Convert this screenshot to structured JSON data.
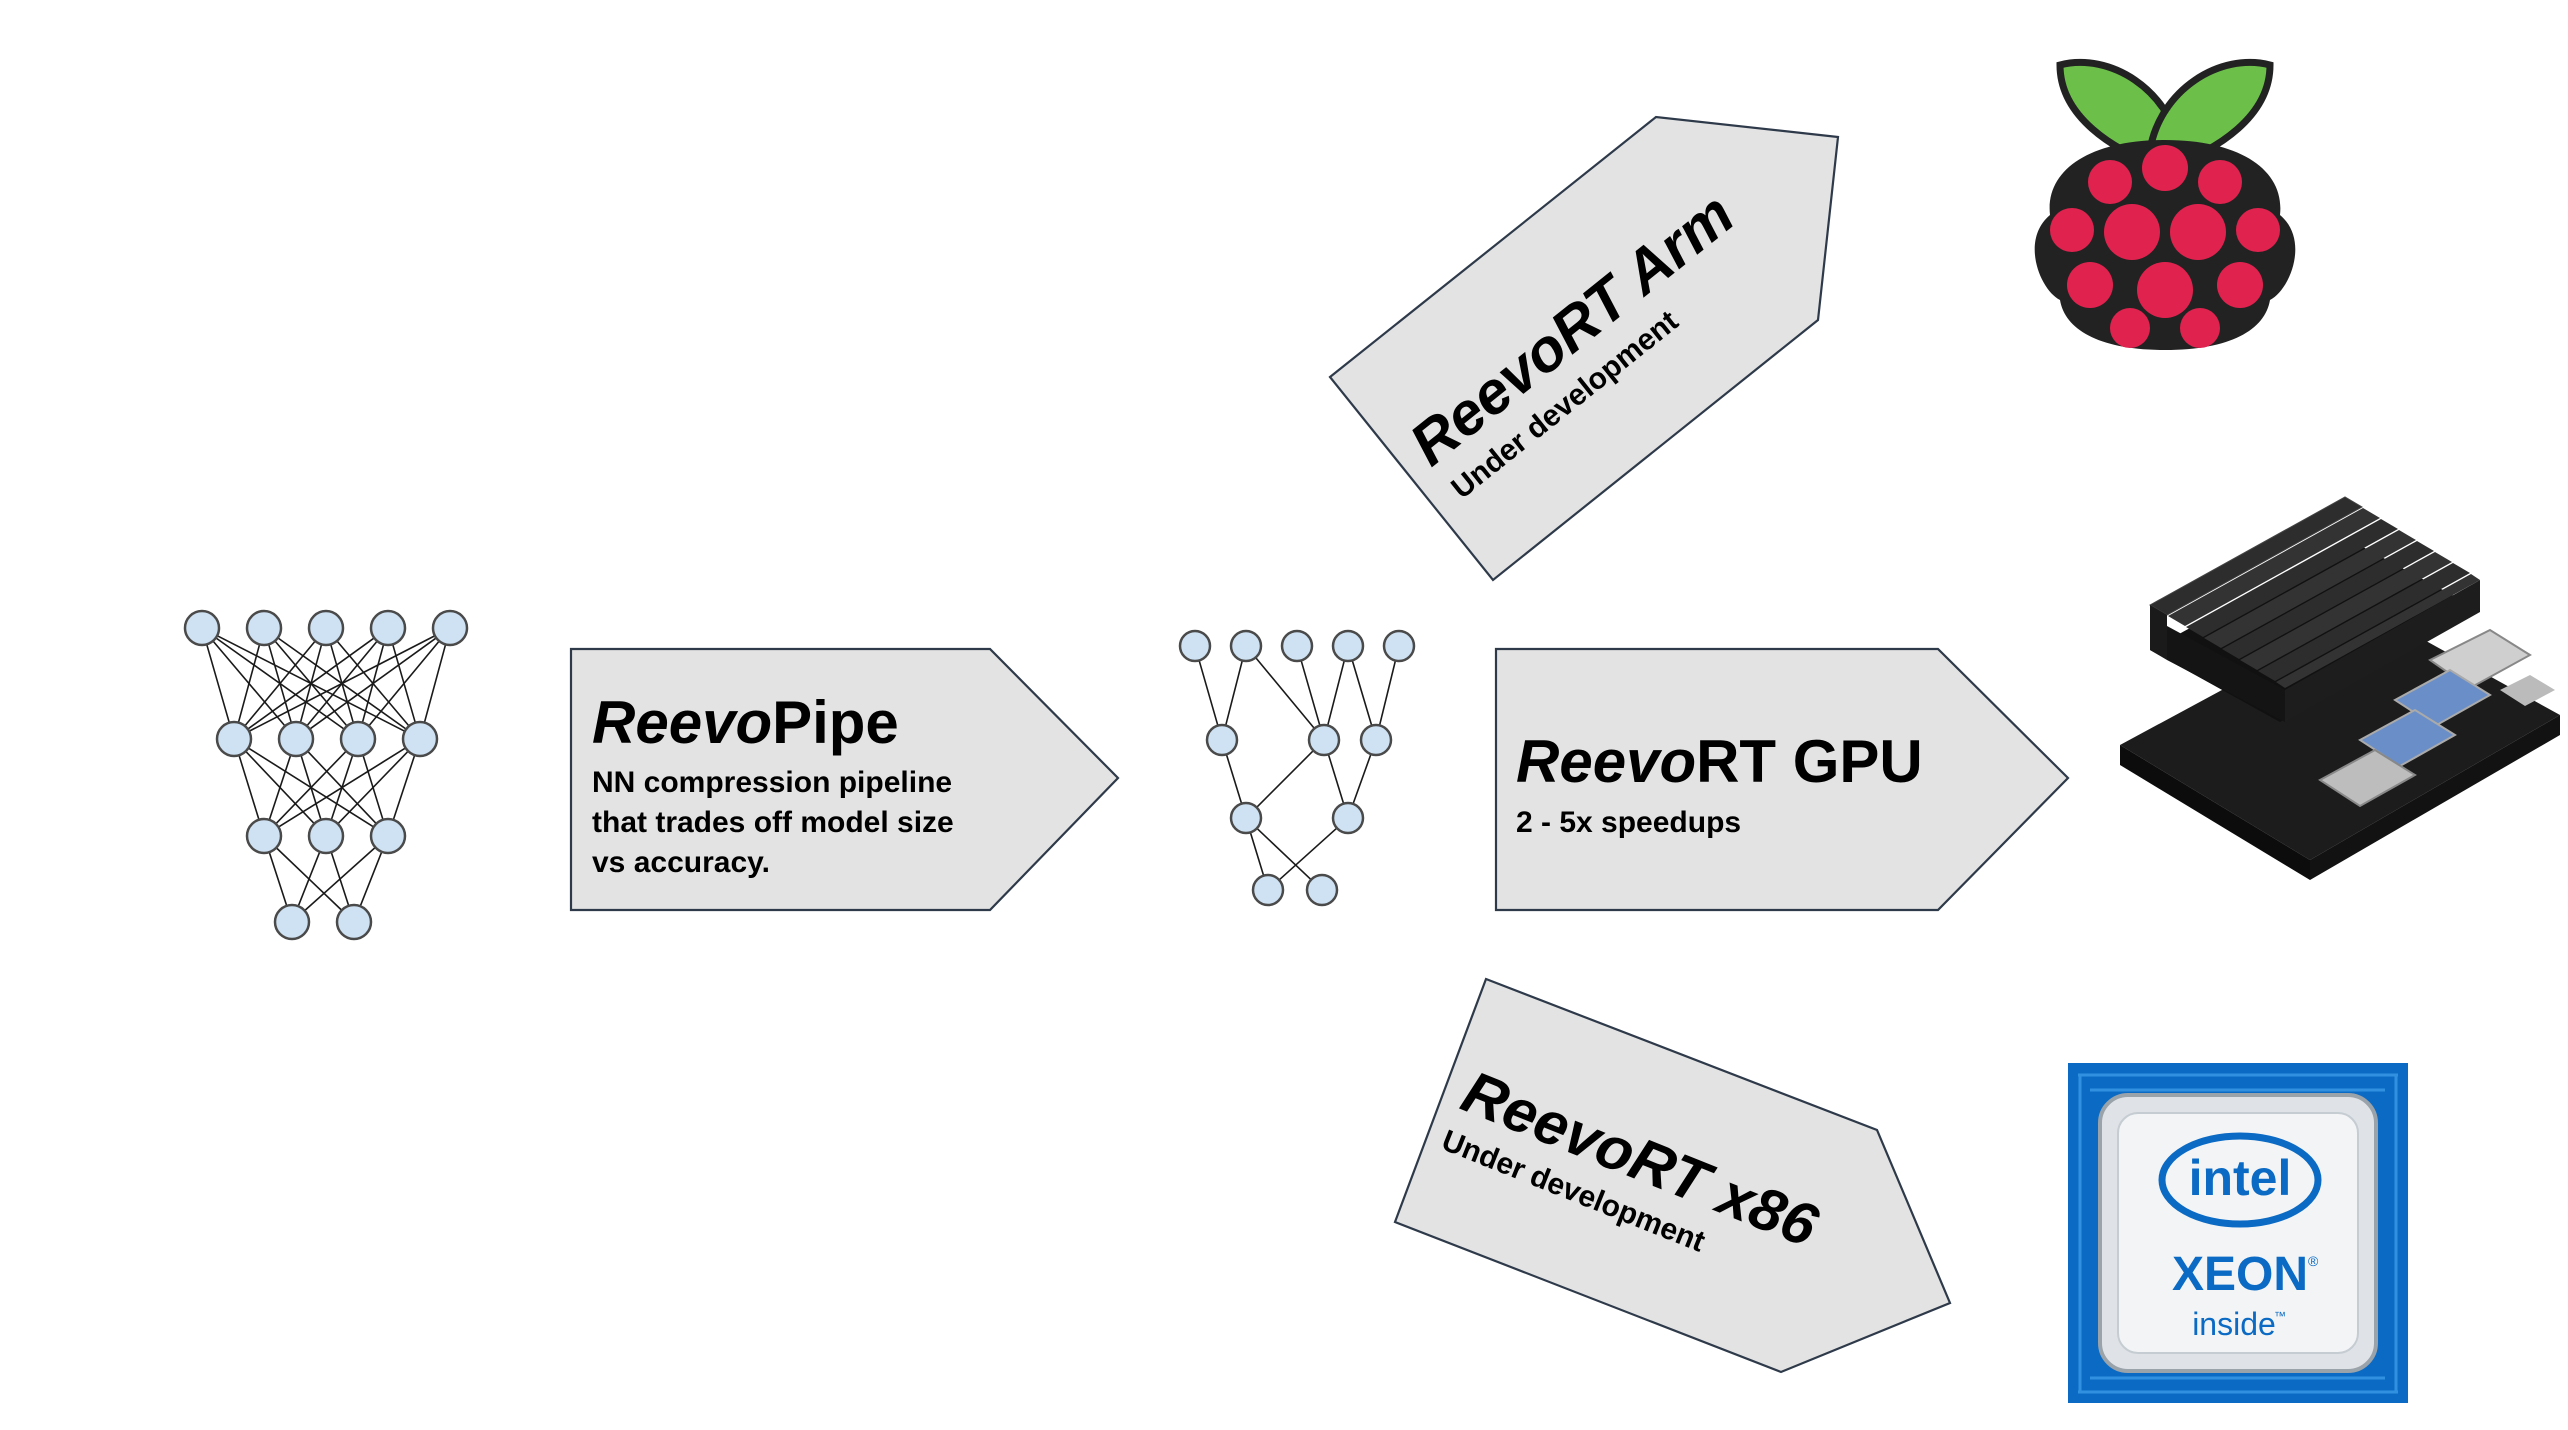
{
  "pipe": {
    "title_italic": "Reevo",
    "title_rest": "Pipe",
    "lines": [
      "NN compression pipeline",
      "that trades off model size",
      "vs accuracy."
    ]
  },
  "gpu": {
    "title_italic": "Reevo",
    "title_rest": "RT GPU",
    "subtitle": "2 - 5x speedups"
  },
  "arm": {
    "title": "ReevoRT Arm",
    "subtitle": "Under development"
  },
  "x86": {
    "title": "ReevoRT x86",
    "subtitle": "Under development"
  },
  "logos": {
    "intel_brand": "intel",
    "intel_product": "XEON",
    "intel_tag": "inside",
    "intel_tm": "™",
    "registered": "®"
  },
  "colors": {
    "node_fill": "#cfe2f3",
    "arrow_fill": "#e3e3e3",
    "raspberry": "#e0224f",
    "leaf": "#6cc04a",
    "intel_blue": "#0a6ac4"
  }
}
